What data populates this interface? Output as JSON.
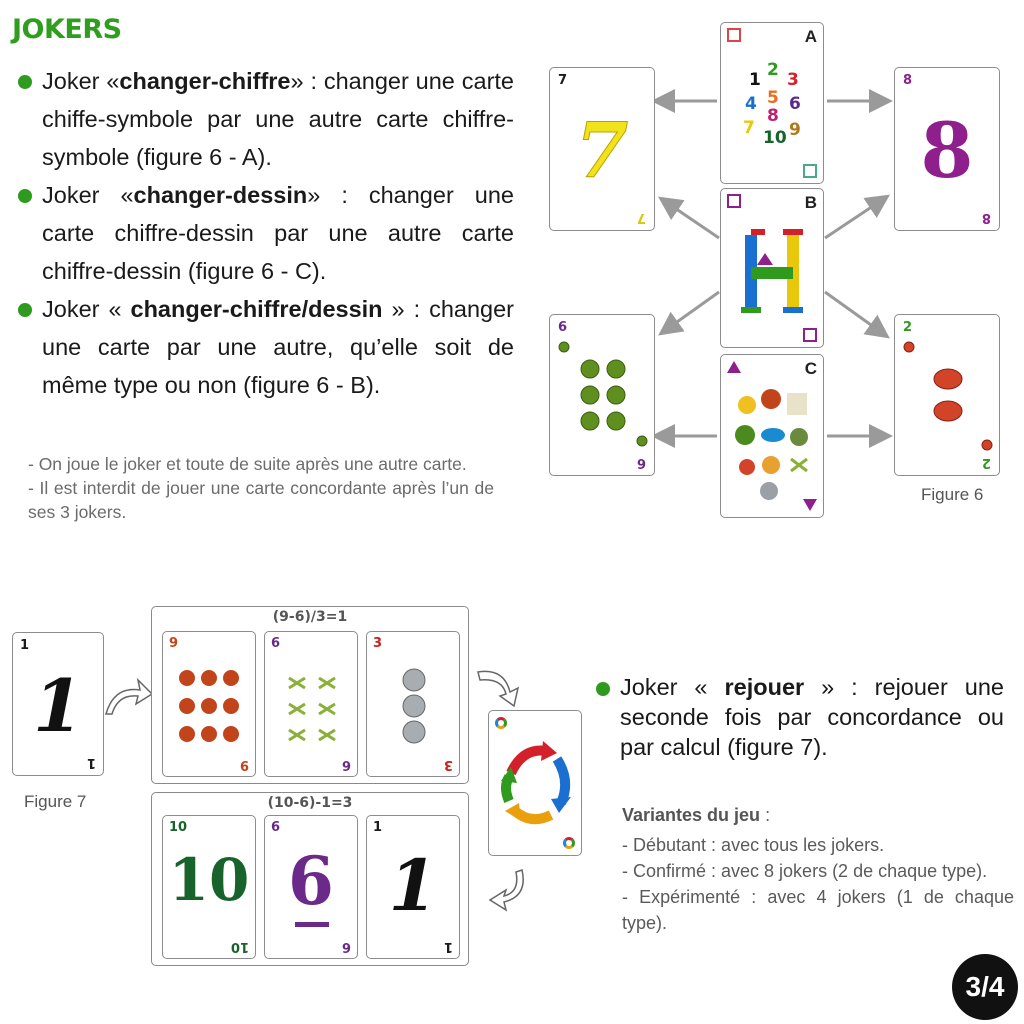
{
  "title": "JOKERS",
  "rules": [
    {
      "pre": "Joker «",
      "bold": "changer-chiffre",
      "post": "» : changer une carte chiffe-symbole par une autre carte chiffre-symbole (figure 6 - A)."
    },
    {
      "pre": "Joker «",
      "bold": "changer-dessin",
      "post": "» : changer une carte chiffre-dessin par une autre carte chiffre-dessin (figure 6 - C)."
    },
    {
      "pre": "Joker « ",
      "bold": "changer-chiffre/dessin",
      "post": " » : changer une carte par une autre, qu’elle soit de même type ou non (figure 6 - B)."
    }
  ],
  "notes": [
    "- On joue le joker et toute de suite après une autre carte.",
    "- Il est interdit de jouer une carte concordante après l’un de ses 3 jokers."
  ],
  "figure6": {
    "label": "Figure 6",
    "letters": {
      "a": "A",
      "b": "B",
      "c": "C"
    },
    "card_left_top": {
      "num": "7",
      "color": "#f2e21a"
    },
    "card_right_top": {
      "num": "8",
      "color": "#8e1f8c"
    },
    "card_left_bottom": {
      "num": "6",
      "color": "#6b2a8a"
    },
    "card_right_bottom": {
      "num": "2",
      "color": "#2e9a1e"
    },
    "joker_a_numbers": [
      "1",
      "2",
      "3",
      "4",
      "5",
      "6",
      "7",
      "8",
      "9",
      "10"
    ]
  },
  "figure7": {
    "label": "Figure 7",
    "start_card": "1",
    "formula_top": "(9-6)/3=1",
    "formula_bottom": "(10-6)-1=3",
    "top_cards": [
      {
        "num": "9",
        "color": "#c2441a"
      },
      {
        "num": "6",
        "color": "#6b2a8a"
      },
      {
        "num": "3",
        "color": "#c8201c"
      }
    ],
    "bottom_cards": [
      {
        "num": "10",
        "color": "#17632b"
      },
      {
        "num": "6",
        "color": "#6b2a8a"
      },
      {
        "num": "1",
        "color": "#111111"
      }
    ]
  },
  "rejouer": {
    "pre": "Joker « ",
    "bold": "rejouer",
    "post": " » : rejouer une seconde fois par concordance ou par calcul (figure 7)."
  },
  "variantes": {
    "title": "Variantes du jeu",
    "sep": " :",
    "items": [
      "- Débutant : avec tous les jokers.",
      "- Confirmé : avec 8 jokers (2 de chaque type).",
      "- Expérimenté : avec 4 jokers (1 de chaque type)."
    ]
  },
  "page_badge": "3/4",
  "colors": {
    "green": "#2e9a1e",
    "title_green": "#2f9e1f",
    "note_gray": "#6b6b6b"
  }
}
